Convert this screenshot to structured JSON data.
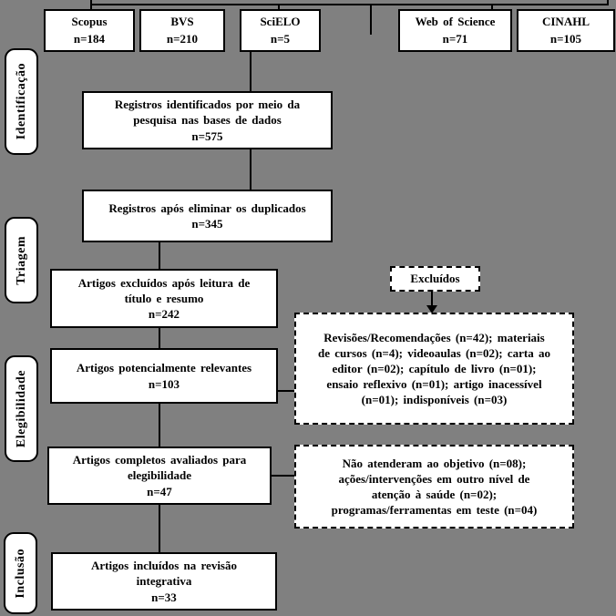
{
  "diagram": {
    "background": "#808080",
    "box_background": "#ffffff",
    "line_color": "#000000",
    "stages": [
      {
        "label": "Identificação"
      },
      {
        "label": "Triagem"
      },
      {
        "label": "Elegibilidade"
      },
      {
        "label": "Inclusão"
      }
    ],
    "databases": [
      {
        "name": "Scopus",
        "count": "n=184"
      },
      {
        "name": "BVS",
        "count": "n=210"
      },
      {
        "name": "SciELO",
        "count": "n=5"
      },
      {
        "name": "Web of Science",
        "count": "n=71"
      },
      {
        "name": "CINAHL",
        "count": "n=105"
      }
    ],
    "flow_boxes": [
      {
        "text": "Registros identificados por meio da\npesquisa nas bases de dados\nn=575"
      },
      {
        "text": "Registros após eliminar os duplicados\nn=345"
      },
      {
        "text": "Artigos excluídos após leitura de\ntítulo e resumo\nn=242"
      },
      {
        "text": "Artigos potencialmente relevantes\nn=103"
      },
      {
        "text": "Artigos completos avaliados para\nelegibilidade\nn=47"
      },
      {
        "text": "Artigos incluídos na revisão\nintegrativa\nn=33"
      }
    ],
    "exclusion": {
      "header": "Excluídos",
      "reasons_screening": "Revisões/Recomendações (n=42); materiais\nde cursos (n=4); videoaulas (n=02); carta ao\neditor (n=02); capítulo de livro (n=01);\nensaio reflexivo (n=01); artigo inacessível\n(n=01); indisponíveis (n=03)",
      "reasons_eligibility": "Não atenderam ao objetivo (n=08);\nações/intervenções em outro nível de\natenção à saúde (n=02);\nprogramas/ferramentas em teste (n=04)"
    }
  }
}
